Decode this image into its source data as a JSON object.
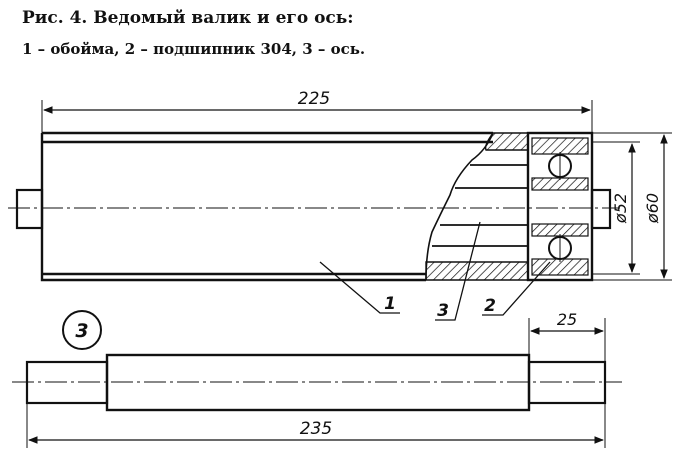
{
  "caption": {
    "title": "Рис. 4. Ведомый валик и его ось:",
    "legend": "1 – обойма, 2 – подшипник 304, 3 – ось."
  },
  "drawing": {
    "roller": {
      "length_label": "225",
      "diameter_inner_label": "ø52",
      "diameter_outer_label": "ø60",
      "callout_1": "1",
      "callout_2": "2",
      "callout_3": "3"
    },
    "axle": {
      "badge": "3",
      "total_length_label": "235",
      "end_length_label": "25"
    }
  }
}
